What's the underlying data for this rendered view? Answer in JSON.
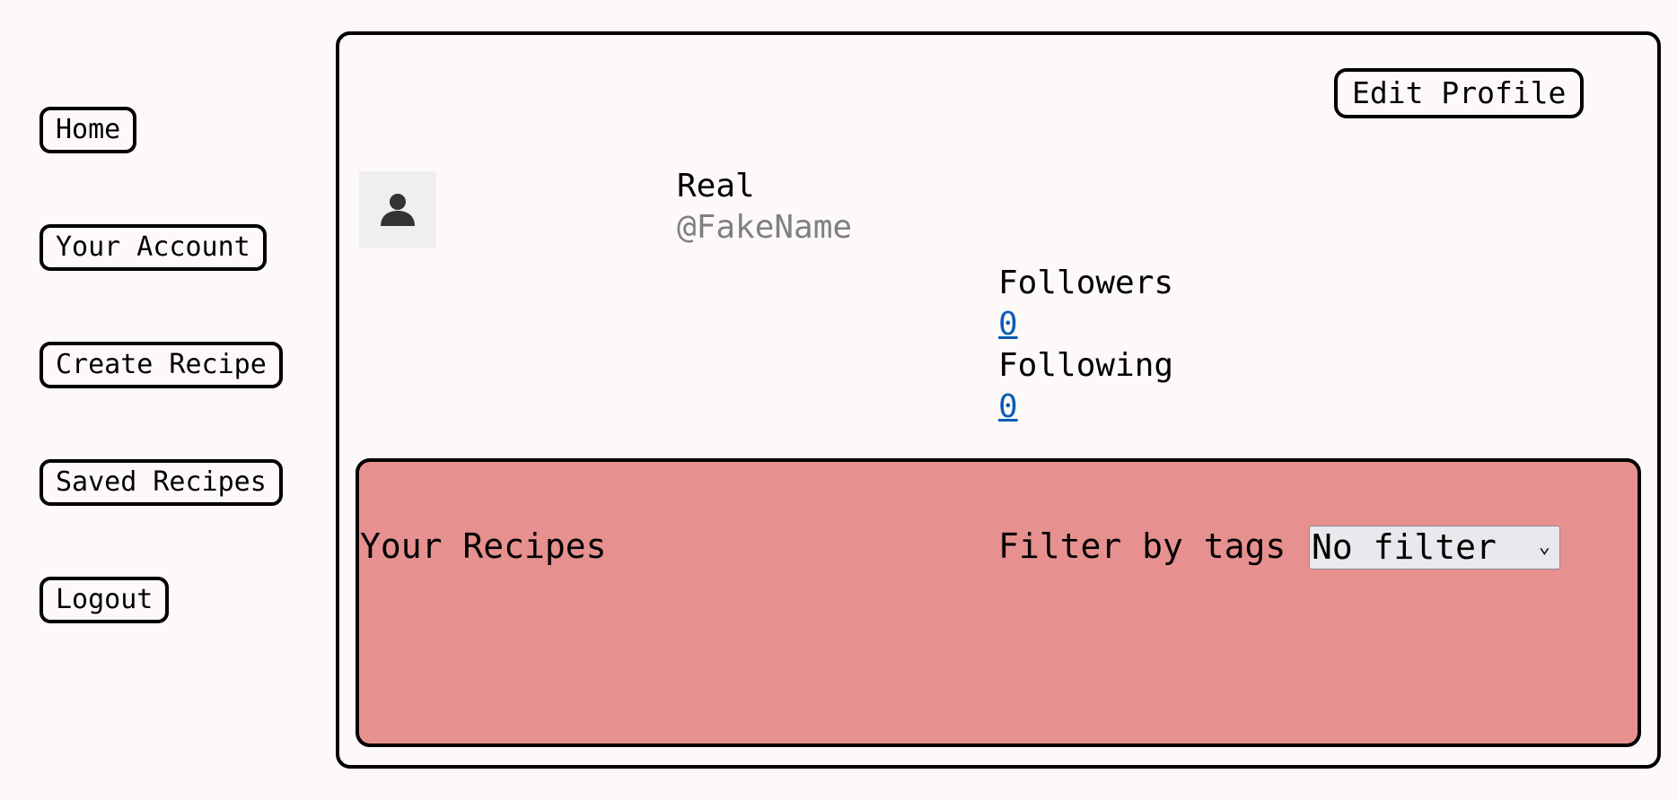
{
  "nav": {
    "items": [
      {
        "label": "Home"
      },
      {
        "label": "Your Account"
      },
      {
        "label": "Create Recipe"
      },
      {
        "label": "Saved Recipes"
      },
      {
        "label": "Logout"
      }
    ]
  },
  "profile": {
    "edit_label": "Edit Profile",
    "avatar_icon": "user-icon",
    "display_name": "Real",
    "handle": "@FakeName",
    "followers_label": "Followers",
    "followers_count": "0",
    "following_label": "Following",
    "following_count": "0"
  },
  "recipes": {
    "title": "Your Recipes",
    "filter_label": "Filter by tags",
    "filter_selected": "No filter",
    "panel_color": "#e79090"
  },
  "colors": {
    "background": "#fdf9f9",
    "link": "#0b5cb5",
    "handle": "#808080"
  }
}
